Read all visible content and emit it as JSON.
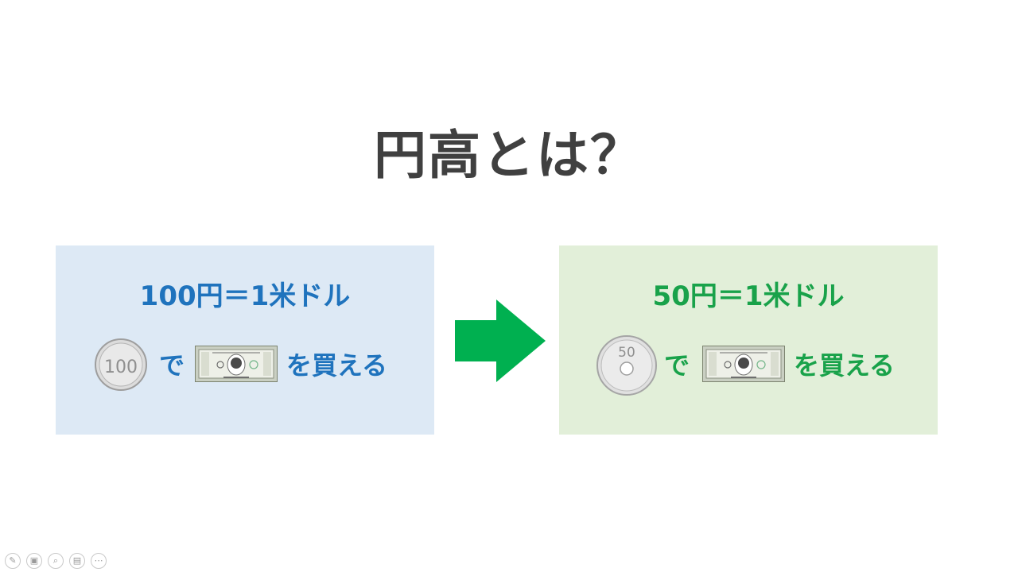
{
  "slide": {
    "title": "円高とは？",
    "left_panel": {
      "heading": "100円＝1米ドル",
      "coin_value": "100",
      "connector": "で",
      "trailing": "を買える"
    },
    "right_panel": {
      "heading": "50円＝1米ドル",
      "coin_value": "50",
      "connector": "で",
      "trailing": "を買える"
    },
    "arrow_icon": "right-arrow-icon"
  },
  "colors": {
    "title": "#404040",
    "left_accent": "#1f73bd",
    "left_bg": "#dde9f5",
    "right_accent": "#19a24a",
    "right_bg": "#e2efd9",
    "arrow": "#00b050"
  },
  "toolbar": {
    "icons": [
      "pen-icon",
      "slides-icon",
      "zoom-icon",
      "subtitles-icon",
      "more-icon"
    ]
  }
}
